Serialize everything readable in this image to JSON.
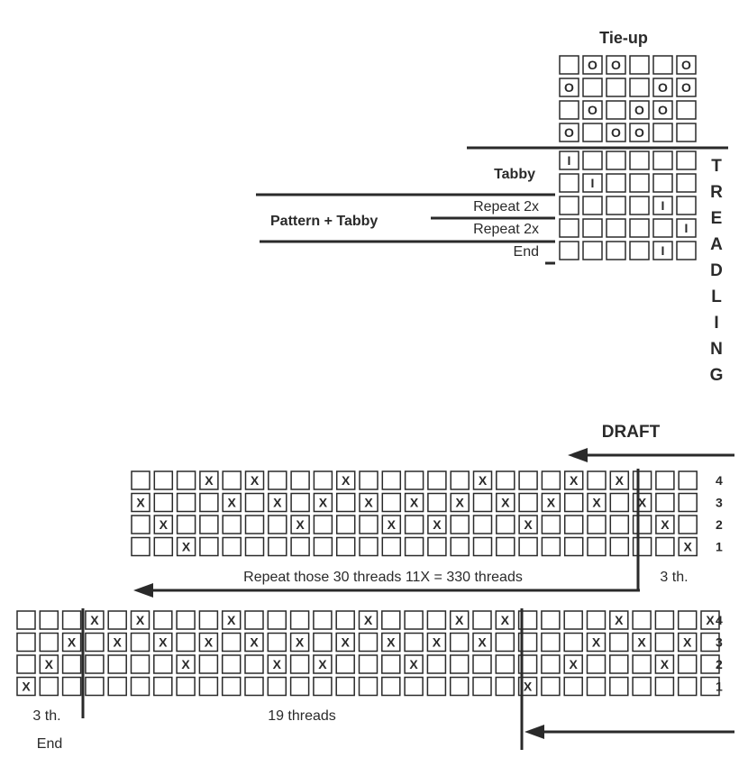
{
  "tieup": {
    "title": "Tie-up",
    "rows": [
      [
        "",
        "O",
        "O",
        "",
        "",
        "O"
      ],
      [
        "O",
        "",
        "",
        "",
        "O",
        "O"
      ],
      [
        "",
        "O",
        "",
        "O",
        "O",
        ""
      ],
      [
        "O",
        "",
        "O",
        "O",
        "",
        ""
      ]
    ]
  },
  "treadling": {
    "vertical_label": [
      "T",
      "R",
      "E",
      "A",
      "D",
      "L",
      "I",
      "N",
      "G"
    ],
    "tabby_label": "Tabby",
    "pattern_label": "Pattern + Tabby",
    "row_labels": [
      "",
      "",
      "Repeat  2x",
      "Repeat  2x",
      "End"
    ],
    "rows": [
      [
        "I",
        "",
        "",
        "",
        "",
        ""
      ],
      [
        "",
        "I",
        "",
        "",
        "",
        ""
      ],
      [
        "",
        "",
        "",
        "",
        "I",
        ""
      ],
      [
        "",
        "",
        "",
        "",
        "",
        "I"
      ],
      [
        "",
        "",
        "",
        "",
        "I",
        ""
      ]
    ]
  },
  "draft": {
    "title": "DRAFT",
    "shaft_labels": [
      "4",
      "3",
      "2",
      "1"
    ],
    "block1": {
      "rows": [
        [
          0,
          0,
          0,
          1,
          0,
          1,
          0,
          0,
          0,
          1,
          0,
          0,
          0,
          0,
          0,
          1,
          0,
          0,
          0,
          1,
          0,
          1,
          0,
          0,
          0
        ],
        [
          1,
          0,
          0,
          0,
          1,
          0,
          1,
          0,
          1,
          0,
          1,
          0,
          1,
          0,
          1,
          0,
          1,
          0,
          1,
          0,
          1,
          0,
          1,
          0,
          0
        ],
        [
          0,
          1,
          0,
          0,
          0,
          0,
          0,
          1,
          0,
          0,
          0,
          1,
          0,
          1,
          0,
          0,
          0,
          1,
          0,
          0,
          0,
          0,
          0,
          1,
          0
        ],
        [
          0,
          0,
          1,
          0,
          0,
          0,
          0,
          0,
          0,
          0,
          0,
          0,
          0,
          0,
          0,
          0,
          0,
          0,
          0,
          0,
          0,
          0,
          0,
          0,
          1
        ]
      ],
      "repeat_label": "Repeat those 30 threads 11X  = 330 threads",
      "side_label": "3 th."
    },
    "block2": {
      "rows": [
        [
          0,
          0,
          0,
          1,
          0,
          1,
          0,
          0,
          0,
          1,
          0,
          0,
          0,
          0,
          0,
          1,
          0,
          0,
          0,
          1,
          0,
          1,
          0,
          0,
          0,
          0,
          1,
          0,
          0,
          0,
          1
        ],
        [
          0,
          0,
          1,
          0,
          1,
          0,
          1,
          0,
          1,
          0,
          1,
          0,
          1,
          0,
          1,
          0,
          1,
          0,
          1,
          0,
          1,
          0,
          0,
          0,
          0,
          1,
          0,
          1,
          0,
          1,
          0
        ],
        [
          0,
          1,
          0,
          0,
          0,
          0,
          0,
          1,
          0,
          0,
          0,
          1,
          0,
          1,
          0,
          0,
          0,
          1,
          0,
          0,
          0,
          0,
          0,
          0,
          1,
          0,
          0,
          0,
          1,
          0,
          0
        ],
        [
          1,
          0,
          0,
          0,
          0,
          0,
          0,
          0,
          0,
          0,
          0,
          0,
          0,
          0,
          0,
          0,
          0,
          0,
          0,
          0,
          0,
          0,
          1,
          0,
          0,
          0,
          0,
          0,
          0,
          0,
          0
        ]
      ],
      "left_label": "3 th.",
      "end_label": "End",
      "middle_label": "19 threads"
    },
    "mark_symbol": "X"
  }
}
